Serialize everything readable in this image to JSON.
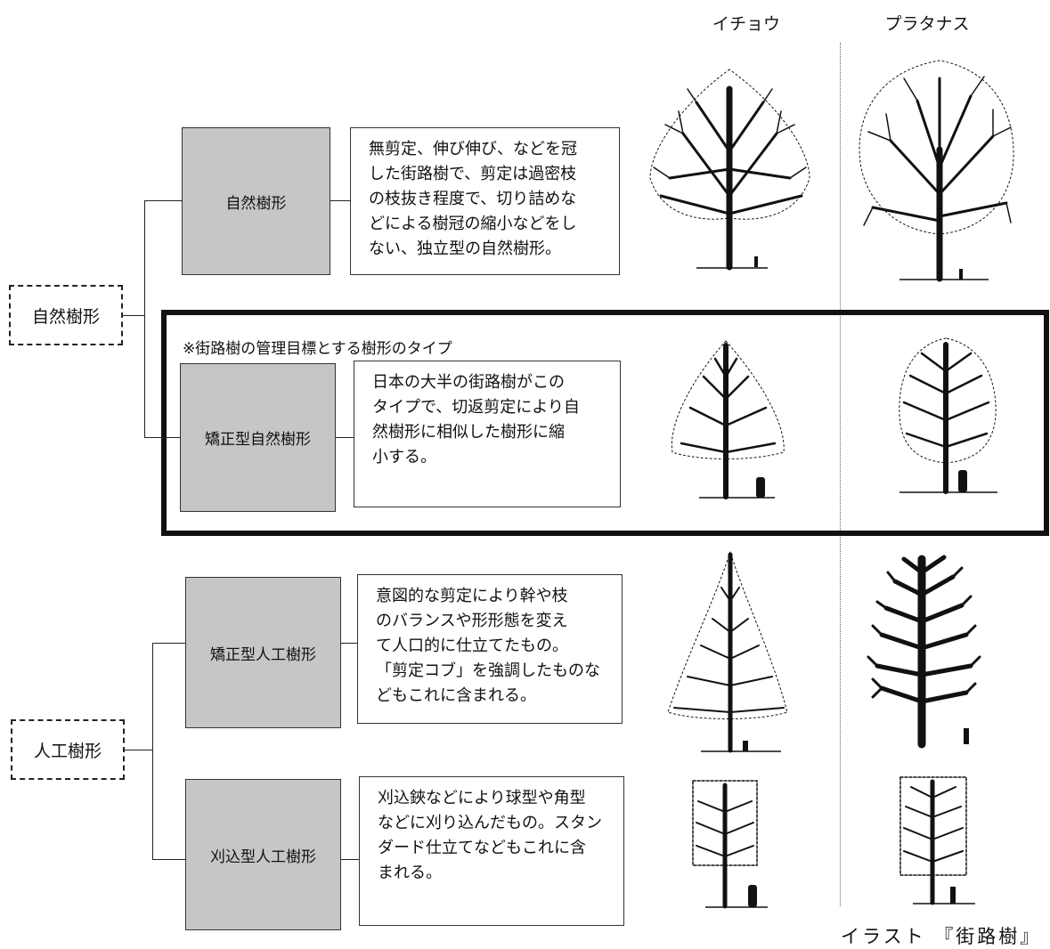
{
  "columns": {
    "ginkgo": "イチョウ",
    "platanus": "プラタナス"
  },
  "categories": {
    "natural": "自然樹形",
    "artificial": "人工樹形"
  },
  "highlight_note": "※街路樹の管理目標とする樹形のタイプ",
  "rows": [
    {
      "label": "自然樹形",
      "desc": "無剪定、伸び伸び、などを冠\nした街路樹で、剪定は過密枝\nの枝抜き程度で、切り詰めな\nどによる樹冠の縮小などをし\nない、独立型の自然樹形。"
    },
    {
      "label": "矯正型自然樹形",
      "desc": "日本の大半の街路樹がこの\nタイプで、切返剪定により自\n然樹形に相似した樹形に縮\n小する。"
    },
    {
      "label": "矯正型人工樹形",
      "desc": "意図的な剪定により幹や枝\nのバランスや形形態を変え\nて人口的に仕立てたもの。\n「剪定コブ」を強調したものな\nどもこれに含まれる。"
    },
    {
      "label": "刈込型人工樹形",
      "desc": "刈込鋏などにより球型や角型\nなどに刈り込んだもの。スタン\nダード仕立てなどもこれに含\nまれる。"
    }
  ],
  "credit": "イラスト 『街路樹』"
}
